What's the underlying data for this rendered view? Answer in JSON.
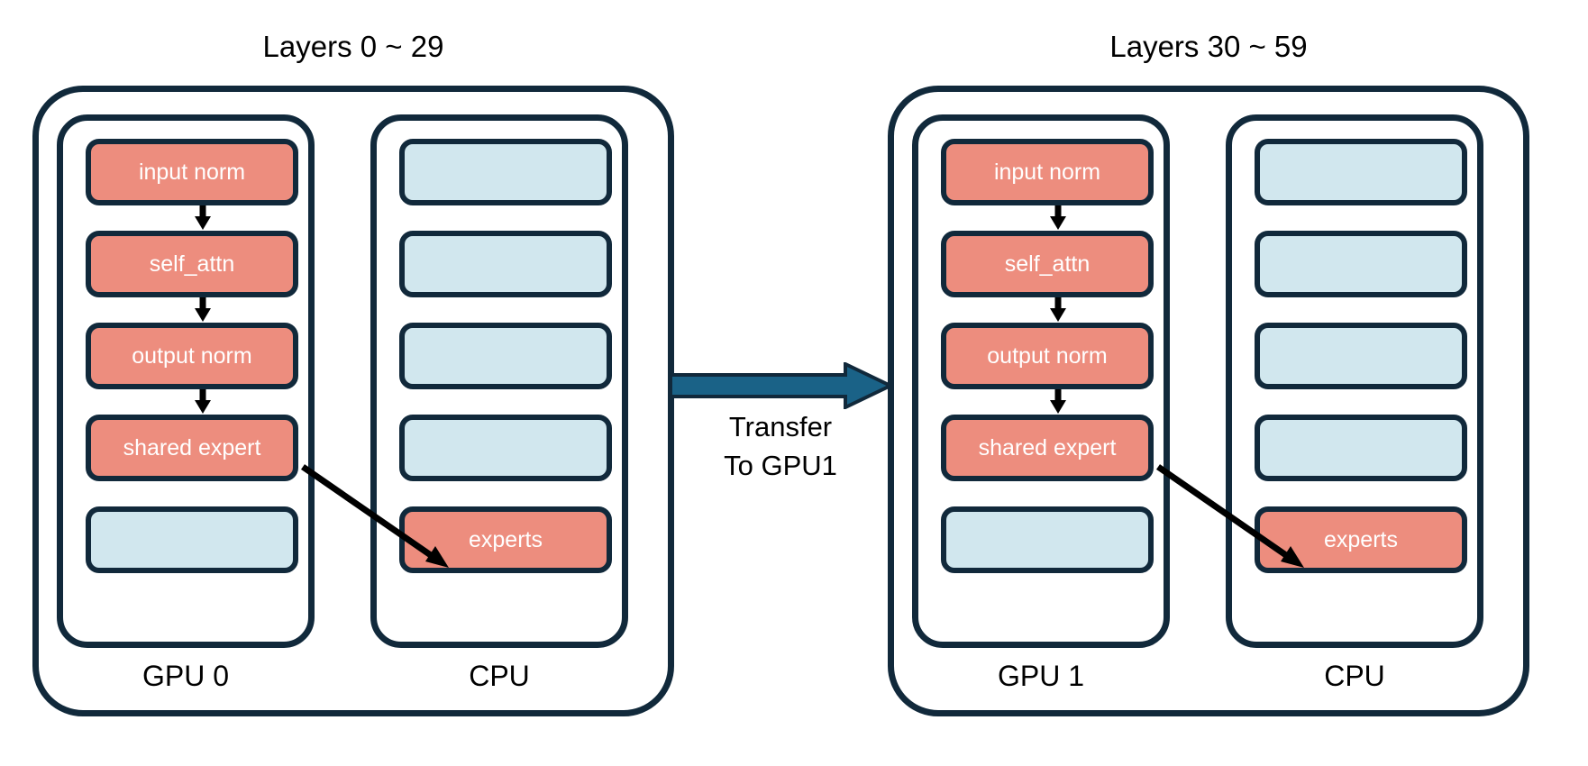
{
  "diagram": {
    "title_left": "Layers 0 ~ 29",
    "title_right": "Layers 30 ~ 59",
    "colors": {
      "salmon": "#ed8d7e",
      "light_blue": "#d1e7ee",
      "navy": "#11293b",
      "transfer_teal": "#1a6287",
      "background": "#ffffff"
    },
    "transfer": {
      "label_line1": "Transfer",
      "label_line2": "To GPU1",
      "direction": "left-to-right"
    },
    "panels": [
      {
        "id": "panel-left",
        "title": "Layers 0 ~ 29",
        "device_label": "GPU 0",
        "host_label": "CPU",
        "gpu_blocks": [
          {
            "label": "input norm",
            "color": "salmon",
            "empty": false
          },
          {
            "label": "self_attn",
            "color": "salmon",
            "empty": false
          },
          {
            "label": "output norm",
            "color": "salmon",
            "empty": false
          },
          {
            "label": "shared expert",
            "color": "salmon",
            "empty": false
          },
          {
            "label": "",
            "color": "light_blue",
            "empty": true
          }
        ],
        "cpu_blocks": [
          {
            "label": "",
            "color": "light_blue",
            "empty": true
          },
          {
            "label": "",
            "color": "light_blue",
            "empty": true
          },
          {
            "label": "",
            "color": "light_blue",
            "empty": true
          },
          {
            "label": "",
            "color": "light_blue",
            "empty": true
          },
          {
            "label": "experts",
            "color": "salmon",
            "empty": false
          }
        ]
      },
      {
        "id": "panel-right",
        "title": "Layers 30 ~ 59",
        "device_label": "GPU 1",
        "host_label": "CPU",
        "gpu_blocks": [
          {
            "label": "input norm",
            "color": "salmon",
            "empty": false
          },
          {
            "label": "self_attn",
            "color": "salmon",
            "empty": false
          },
          {
            "label": "output norm",
            "color": "salmon",
            "empty": false
          },
          {
            "label": "shared expert",
            "color": "salmon",
            "empty": false
          },
          {
            "label": "",
            "color": "light_blue",
            "empty": true
          }
        ],
        "cpu_blocks": [
          {
            "label": "",
            "color": "light_blue",
            "empty": true
          },
          {
            "label": "",
            "color": "light_blue",
            "empty": true
          },
          {
            "label": "",
            "color": "light_blue",
            "empty": true
          },
          {
            "label": "",
            "color": "light_blue",
            "empty": true
          },
          {
            "label": "experts",
            "color": "salmon",
            "empty": false
          }
        ]
      }
    ]
  }
}
